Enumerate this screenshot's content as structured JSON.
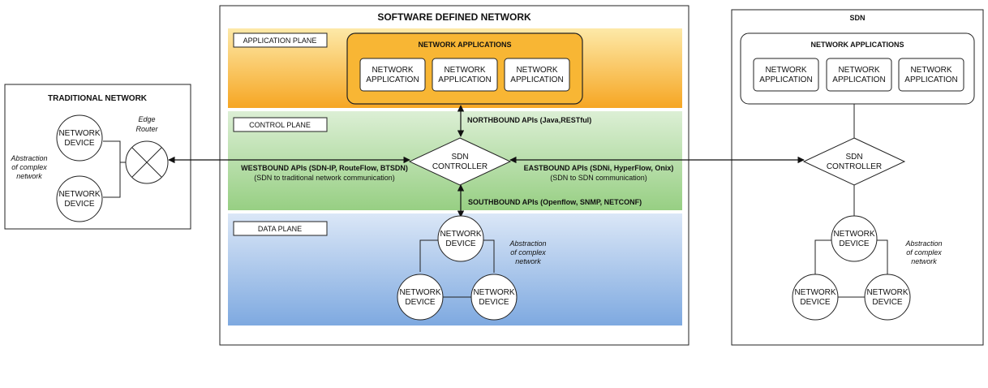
{
  "traditional": {
    "title": "TRADITIONAL NETWORK",
    "device1": [
      "NETWORK",
      "DEVICE"
    ],
    "device2": [
      "NETWORK",
      "DEVICE"
    ],
    "router_label": [
      "Edge",
      "Router"
    ],
    "abstraction": [
      "Abstraction",
      "of complex",
      "network"
    ]
  },
  "sdn_main": {
    "title": "SOFTWARE DEFINED NETWORK",
    "app_plane": "APPLICATION PLANE",
    "control_plane": "CONTROL PLANE",
    "data_plane": "DATA PLANE",
    "apps_title": "NETWORK APPLICATIONS",
    "apps": [
      [
        "NETWORK",
        "APPLICATION"
      ],
      [
        "NETWORK",
        "APPLICATION"
      ],
      [
        "NETWORK",
        "APPLICATION"
      ]
    ],
    "controller": [
      "SDN",
      "CONTROLLER"
    ],
    "northbound": "NORTHBOUND APIs (Java,RESTful)",
    "westbound": "WESTBOUND APIs (SDN-IP, RouteFlow, BTSDN)",
    "westbound_sub": "(SDN to traditional network communication)",
    "eastbound": "EASTBOUND APIs (SDNi, HyperFlow, Onix)",
    "eastbound_sub": "(SDN to SDN communication)",
    "southbound": "SOUTHBOUND APIs (Openflow, SNMP, NETCONF)",
    "devices": [
      [
        "NETWORK",
        "DEVICE"
      ],
      [
        "NETWORK",
        "DEVICE"
      ],
      [
        "NETWORK",
        "DEVICE"
      ]
    ],
    "abstraction": [
      "Abstraction",
      "of complex",
      "network"
    ]
  },
  "sdn_right": {
    "title": "SDN",
    "apps_title": "NETWORK APPLICATIONS",
    "apps": [
      [
        "NETWORK",
        "APPLICATION"
      ],
      [
        "NETWORK",
        "APPLICATION"
      ],
      [
        "NETWORK",
        "APPLICATION"
      ]
    ],
    "controller": [
      "SDN",
      "CONTROLLER"
    ],
    "devices": [
      [
        "NETWORK",
        "DEVICE"
      ],
      [
        "NETWORK",
        "DEVICE"
      ],
      [
        "NETWORK",
        "DEVICE"
      ]
    ],
    "abstraction": [
      "Abstraction",
      "of complex",
      "network"
    ]
  },
  "colors": {
    "app_plane_top": "#fde9a8",
    "app_plane_bottom": "#f6a623",
    "control_plane_top": "#dcefd5",
    "control_plane_bottom": "#97cf83",
    "data_plane_top": "#dbe7f7",
    "data_plane_bottom": "#7ea9e0",
    "stroke": "#222222"
  }
}
